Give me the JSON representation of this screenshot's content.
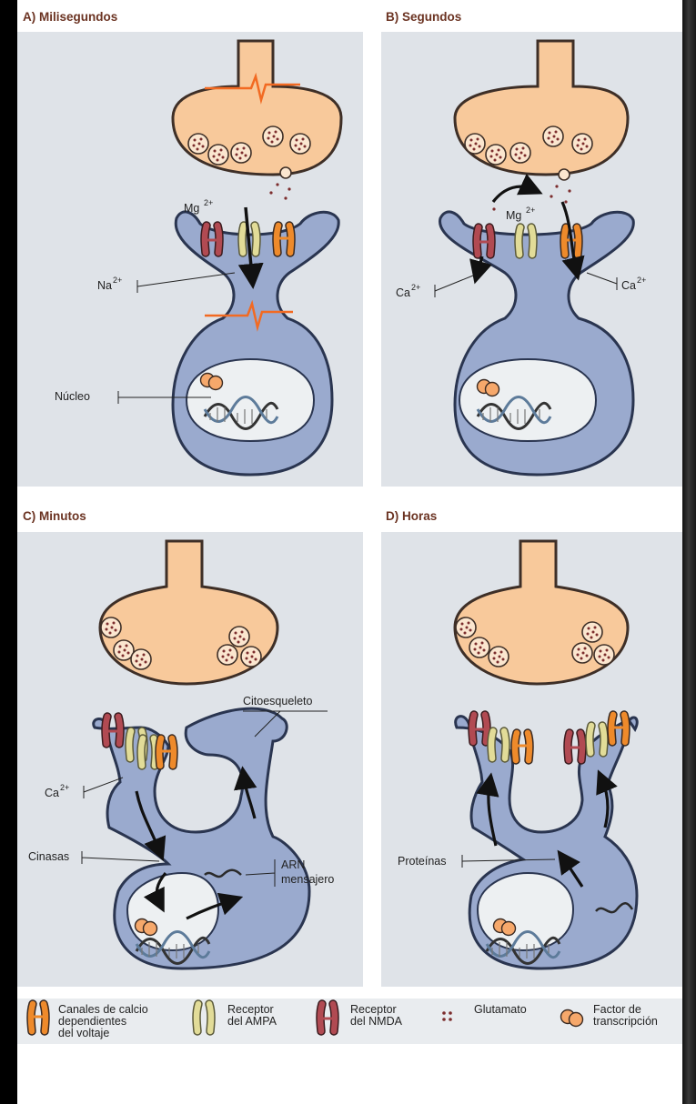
{
  "panels": {
    "a": {
      "title": "A) Milisegundos",
      "labels": {
        "mg": "Mg",
        "mg_sup": "2+",
        "na": "Na",
        "na_sup": "2+",
        "nucleus": "Núcleo"
      }
    },
    "b": {
      "title": "B) Segundos",
      "labels": {
        "mg": "Mg",
        "mg_sup": "2+",
        "ca_left": "Ca",
        "ca_left_sup": "2+",
        "ca_right": "Ca",
        "ca_right_sup": "2+"
      }
    },
    "c": {
      "title": "C) Minutos",
      "labels": {
        "cytoskeleton": "Citoesqueleto",
        "ca": "Ca",
        "ca_sup": "2+",
        "kinases": "Cinasas",
        "mrna_line1": "ARN",
        "mrna_line2": "mensajero"
      }
    },
    "d": {
      "title": "D) Horas",
      "labels": {
        "proteins": "Proteínas"
      }
    }
  },
  "legend": {
    "items": [
      {
        "icon": "voltage-calcium-channel-icon",
        "label": "Canales de calcio\ndependientes\ndel voltaje"
      },
      {
        "icon": "ampa-receptor-icon",
        "label": "Receptor\ndel AMPA"
      },
      {
        "icon": "nmda-receptor-icon",
        "label": "Receptor\ndel NMDA"
      },
      {
        "icon": "glutamate-icon",
        "label": "Glutamato"
      },
      {
        "icon": "transcription-factor-icon",
        "label": "Factor de\ntranscripción"
      }
    ]
  },
  "colors": {
    "panel_bg": "#dfe3e8",
    "presynaptic": "#f8c99b",
    "presynaptic_outline": "#4a3a2f",
    "postsynaptic": "#9aaace",
    "postsynaptic_outline": "#2a3550",
    "nucleus": "#edf0f2",
    "calcium_channel": "#ee8a2b",
    "ampa_receptor": "#e2dc98",
    "nmda_receptor": "#b14a52",
    "spike": "#f26a22",
    "title": "#6b3322"
  }
}
